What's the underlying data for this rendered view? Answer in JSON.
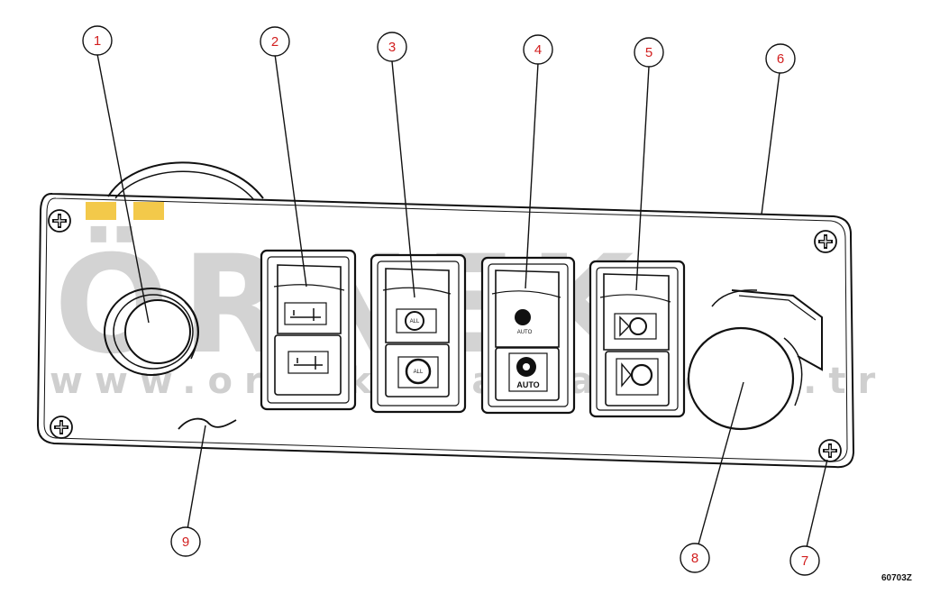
{
  "watermark": {
    "brand": "ÖRNEK",
    "url": "www.ornekkitaplari.com.tr"
  },
  "figure_code": "60703Z",
  "callouts": [
    "1",
    "2",
    "3",
    "4",
    "5",
    "6",
    "7",
    "8",
    "9"
  ],
  "switch_labels": {
    "sw3_top": "ALL",
    "sw3_bottom": "ALL",
    "sw4_top": "AUTO",
    "sw4_bottom": "AUTO"
  }
}
